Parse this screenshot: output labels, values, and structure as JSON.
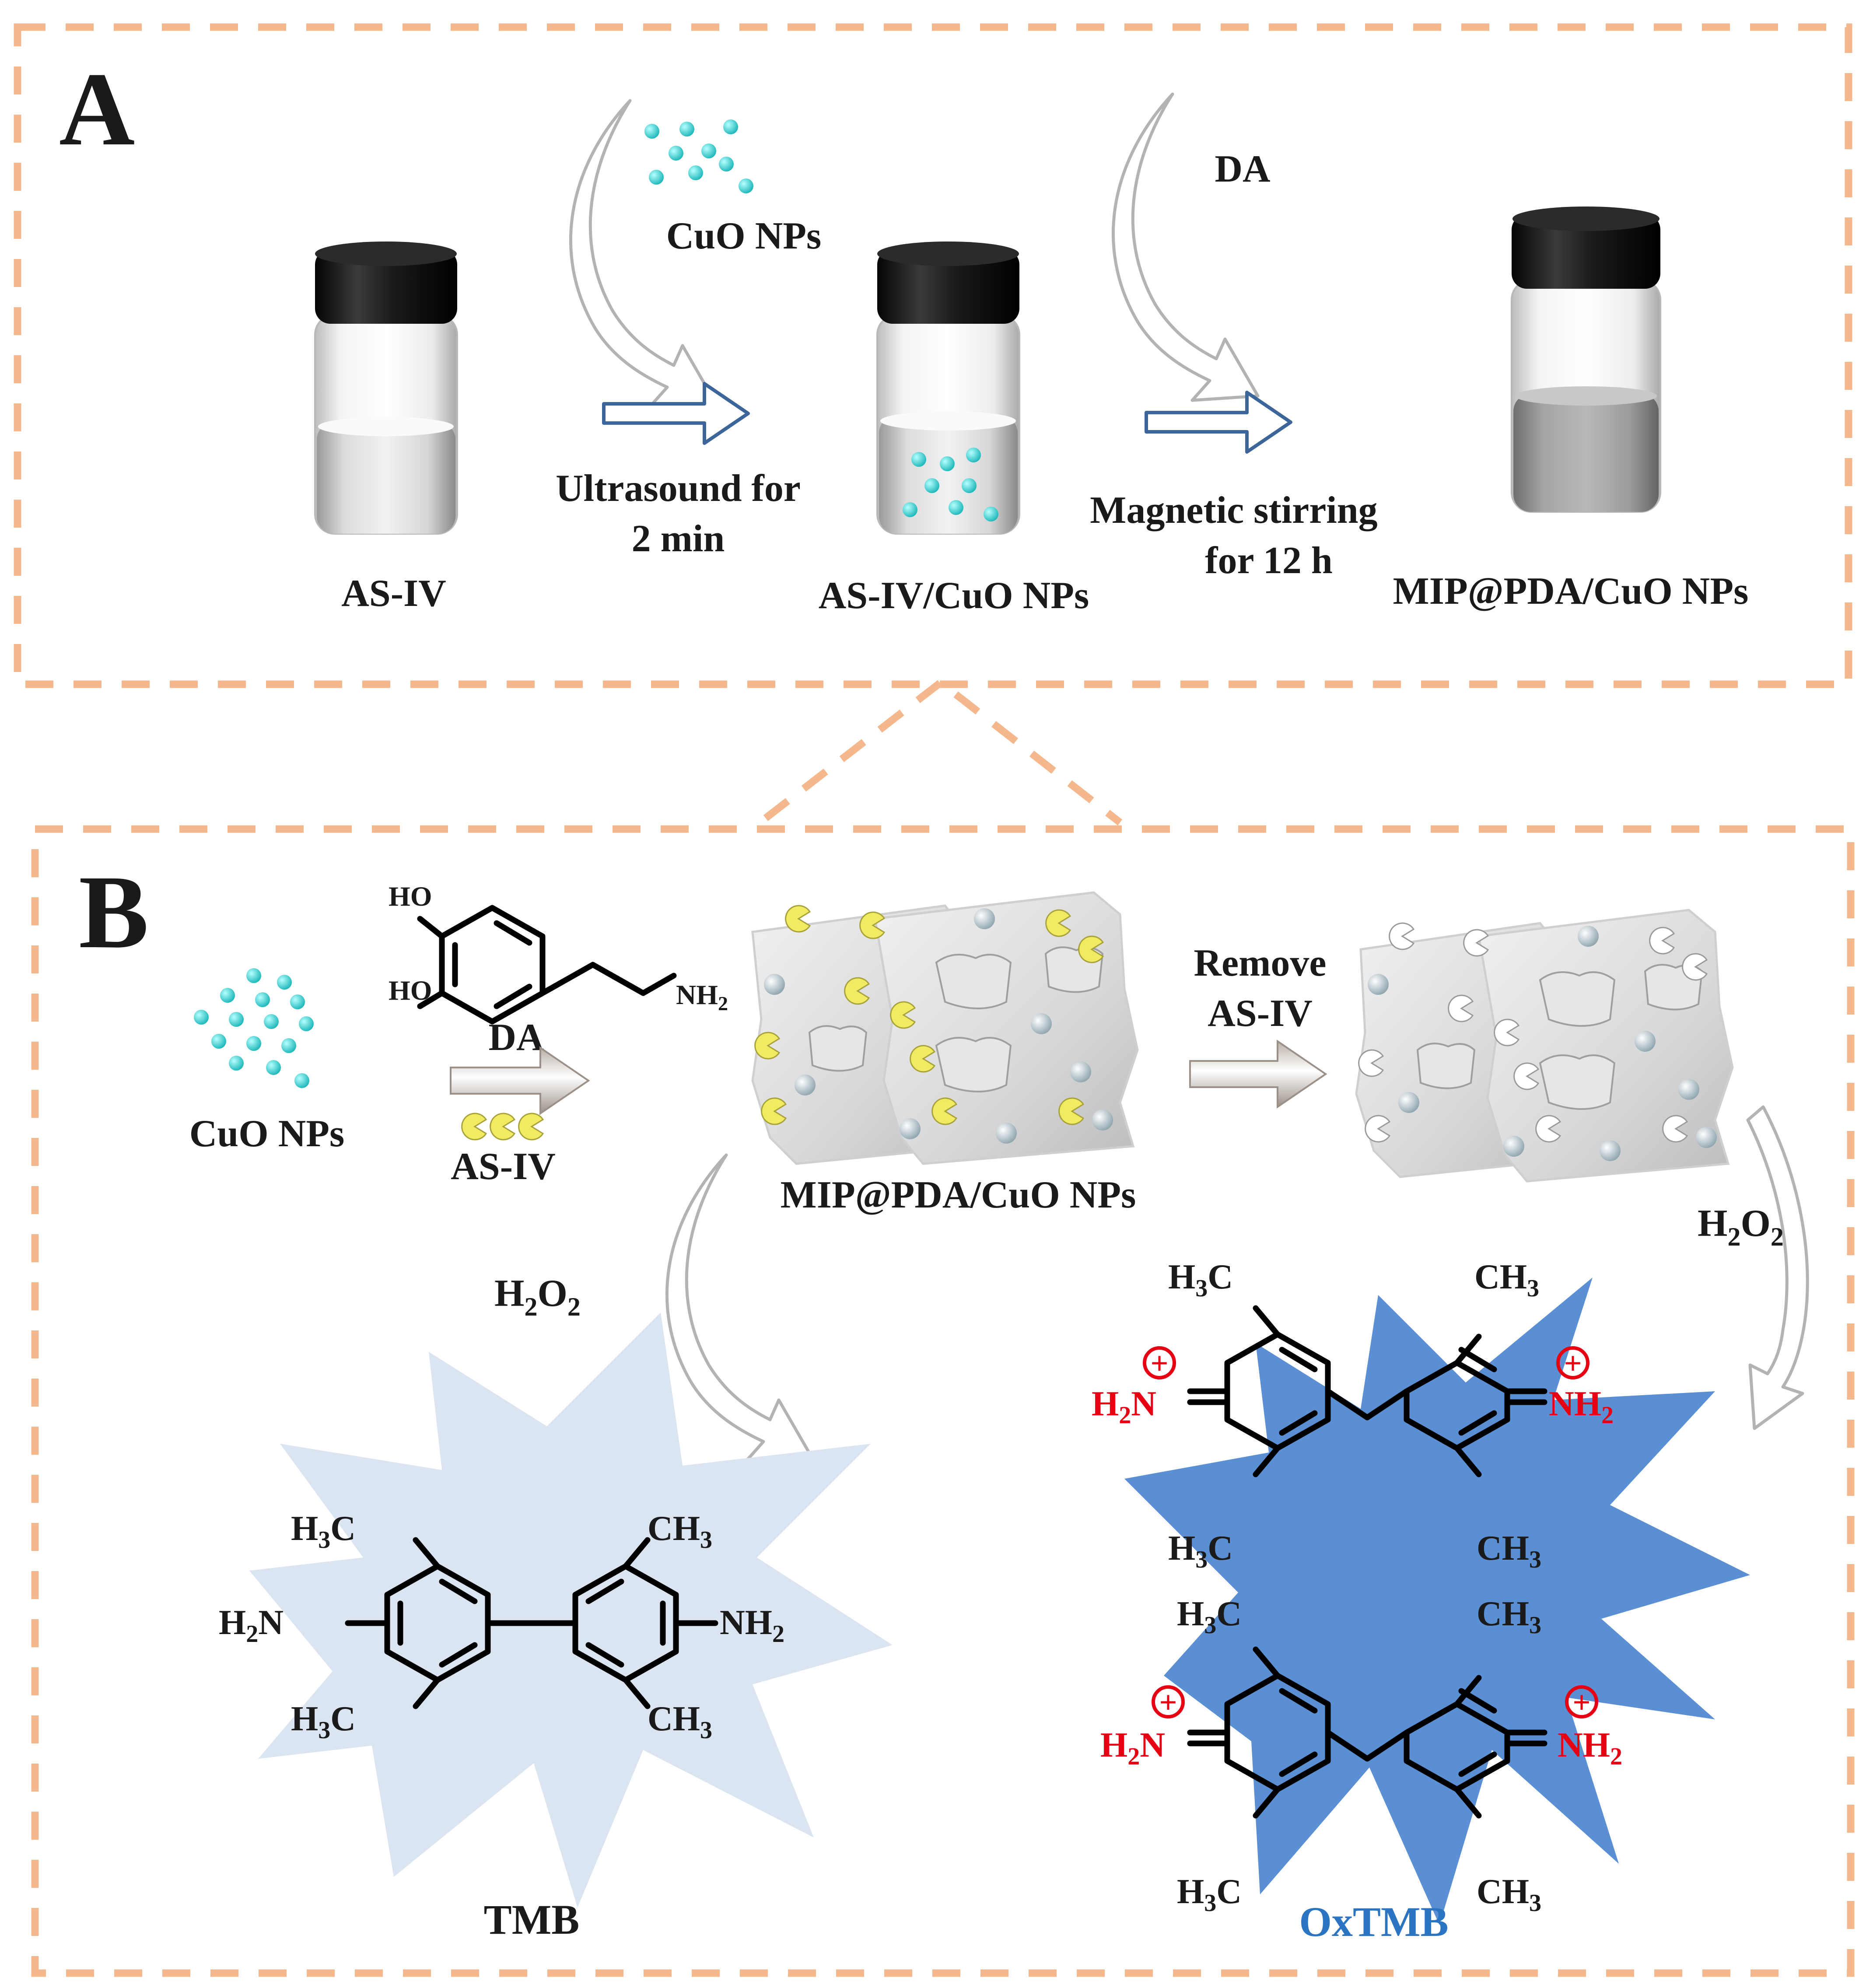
{
  "panel_a": {
    "letter": "A",
    "vial1_label": "AS-IV",
    "cuo_label": "CuO NPs",
    "step1_line1": "Ultrasound for",
    "step1_line2": "2 min",
    "vial2_label": "AS-IV/CuO NPs",
    "da_label": "DA",
    "step2_line1": "Magnetic stirring",
    "step2_line2": "for 12 h",
    "vial3_label": "MIP@PDA/CuO NPs"
  },
  "panel_b": {
    "letter": "B",
    "cuo_label": "CuO NPs",
    "da_oh_top": "HO",
    "da_oh_bottom": "HO",
    "da_nh2": "NH",
    "da_nh2_sub": "2",
    "da_label": "DA",
    "asiv_label": "AS-IV",
    "mip_label": "MIP@PDA/CuO NPs",
    "remove_line1": "Remove",
    "remove_line2": "AS-IV",
    "h2o2_left": {
      "main": "H",
      "sub1": "2",
      "mid": "O",
      "sub2": "2"
    },
    "h2o2_right": {
      "main": "H",
      "sub1": "2",
      "mid": "O",
      "sub2": "2"
    },
    "tmb_label": "TMB",
    "oxtmb_label": "OxTMB",
    "methyl_left": {
      "a": "H",
      "sub": "3",
      "b": "C"
    },
    "methyl_right": {
      "a": "CH",
      "sub": "3"
    },
    "amine_left": {
      "a": "H",
      "sub": "2",
      "b": "N"
    },
    "amine_right": {
      "a": "NH",
      "sub": "2"
    },
    "plus_symbol": "+"
  },
  "colors": {
    "dash_border": "#f5b88c",
    "cuo_particle": "#1ec8c8",
    "asiv_template": "#f2ee6a",
    "tmb_burst": "#dbe5f1",
    "oxtmb_burst": "#5a8fd4",
    "oxtmb_text": "#2b74c2",
    "charge_red": "#e60012"
  }
}
